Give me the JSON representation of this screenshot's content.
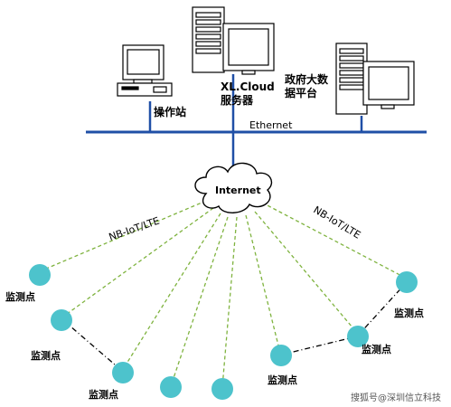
{
  "labels": {
    "operator": "操作站",
    "cloud_line1": "XL.Cloud",
    "cloud_line2": "服务器",
    "gov_line1": "政府大数",
    "gov_line2": "据平台",
    "ethernet": "Ethernet",
    "internet": "Internet",
    "link_left": "NB-IoT/LTE",
    "link_right": "NB-IoT/LTE",
    "node": "监测点"
  },
  "watermark": "搜狐号@深圳信立科技",
  "colors": {
    "bus": "#1f4fa6",
    "node": "#4dc3cc",
    "dashed_link": "#7fb33f",
    "chain": "#000000"
  }
}
